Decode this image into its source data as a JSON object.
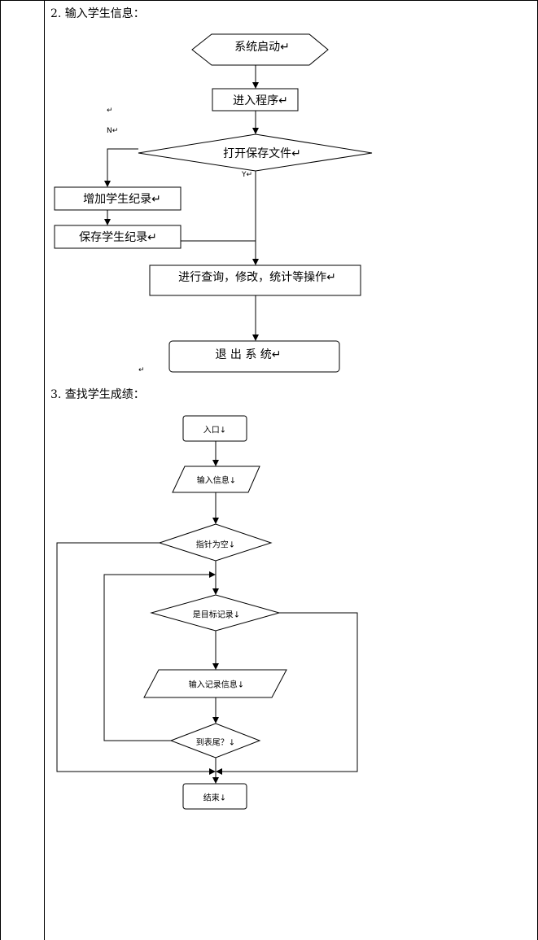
{
  "section2": {
    "heading": "2. 输入学生信息：",
    "nodes": {
      "start": "系统启动↵",
      "enter": "进入程序↵",
      "open": "打开保存文件↵",
      "add": "增加学生纪录↵",
      "save": "保存学生纪录↵",
      "ops": "进行查询，修改，统计等操作↵",
      "exit": "退 出 系 统↵"
    },
    "branch_no": "N↵",
    "branch_yes": "Y↵",
    "mark_top": "↵",
    "mark_bottom": "↵"
  },
  "section3": {
    "heading": "3. 查找学生成绩：",
    "nodes": {
      "entry": "入口↓",
      "input": "输入信息↓",
      "null_check": "指针为空↓",
      "target": "是目标记录↓",
      "record": "输入记录信息↓",
      "end_check": "到表尾？↓",
      "finish": "结束↓"
    }
  }
}
